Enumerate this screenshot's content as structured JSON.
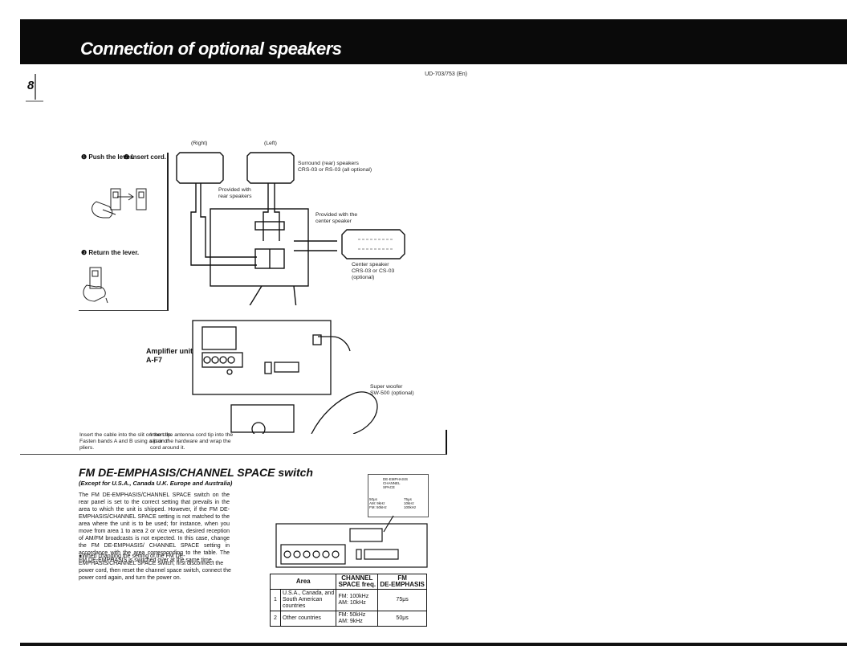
{
  "header": {
    "title": "Connection of optional speakers",
    "code": "UD-703/753 (En)",
    "page_number": "8"
  },
  "diagram": {
    "steps": {
      "step1": "❶ Push the lever.",
      "step2": "❷ Insert cord.",
      "step3": "❸ Return the lever."
    },
    "labels": {
      "right": "(Right)",
      "left": "(Left)",
      "surround": "Surround (rear) speakers\nCRS-03 or RS-03 (all optional)",
      "provided_rear": "Provided with\nrear speakers",
      "provided_center": "Provided with the\ncenter speaker",
      "center": "Center speaker\nCRS-03 or CS-03\n(optional)",
      "amplifier": "Amplifier unit\nA-F7",
      "woofer": "Super woofer\nSW-500 (optional)"
    },
    "captions": {
      "clip": "Insert the cable into the slit on the clip.\nFasten bands A and B using a pair of\npliers.",
      "antenna": "Insert the antenna cord tip into the\nslit on the hardware and wrap the\ncord around it."
    }
  },
  "section": {
    "title": "FM DE-EMPHASIS/CHANNEL SPACE switch",
    "subtitle": "(Except for U.S.A., Canada U.K. Europe and Australia)",
    "body": "The FM DE-EMPHASIS/CHANNEL SPACE switch on the rear panel is set to the correct setting that prevails in the area to which the unit is shipped. However, if the FM DE-EMPHASIS/CHANNEL SPACE setting is not matched to the area where the unit is to be used; for instance, when you move from area 1 to area 2 or vice versa, desired reception of AM/FM broadcasts is not expected. In this case, change the FM DE-EMPHASIS/ CHANNEL SPACE setting in accordance with the area corresponding to the table. The FM DE-EMPHASIS is switched over at the same time.",
    "bullet": "●When changing the setting of the FM DE-EMPHASIS/CHANNEL SPACE switch, first disconnect the power cord, then reset the channel space switch, connect the power cord again, and turn the power on."
  },
  "switch_panel": {
    "title": "DE-EMPHASIS\nCHANNEL\nSPACE",
    "left": "50μs\nAM: 9kHz\nFM: 50kHz",
    "right": "75μs\n10kHz\n100kHz"
  },
  "table": {
    "headers": {
      "area": "Area",
      "channel": "CHANNEL\nSPACE freq.",
      "fm": "FM\nDE-EMPHASIS"
    },
    "rows": [
      {
        "num": "1",
        "area": "U.S.A., Canada, and\nSouth American\ncountries",
        "space": "FM: 100kHz\nAM: 10kHz",
        "fm": "75μs"
      },
      {
        "num": "2",
        "area": "Other countries",
        "space": "FM: 50kHz\nAM: 9kHz",
        "fm": "50μs"
      }
    ]
  }
}
